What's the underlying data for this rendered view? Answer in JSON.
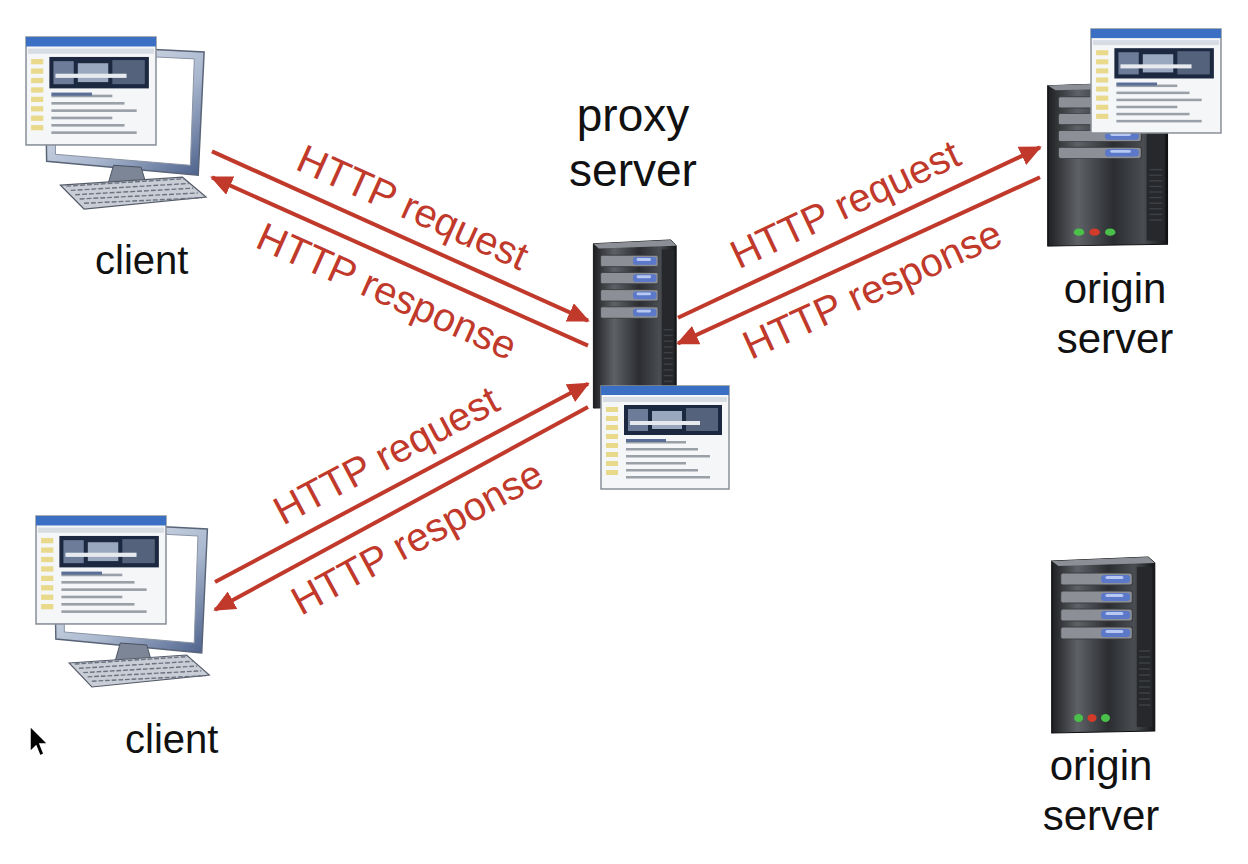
{
  "diagram": {
    "nodes": [
      {
        "text": [
          "client"
        ]
      },
      {
        "text": [
          "proxy server"
        ]
      },
      {
        "text": [
          "origin server"
        ]
      },
      {
        "text": [
          "client"
        ]
      },
      {
        "text": [
          "origin server"
        ]
      }
    ],
    "edges": [
      {
        "from": 0,
        "to": 1,
        "label": "HTTP request",
        "arrow": "to"
      },
      {
        "from": 1,
        "to": 0,
        "label": "HTTP response",
        "arrow": "to"
      },
      {
        "from": 1,
        "to": 2,
        "label": "HTTP request",
        "arrow": "to"
      },
      {
        "from": 2,
        "to": 1,
        "label": "HTTP response",
        "arrow": "to"
      },
      {
        "from": 3,
        "to": 1,
        "label": "HTTP request",
        "arrow": "to"
      },
      {
        "from": 1,
        "to": 3,
        "label": "HTTP response",
        "arrow": "to"
      }
    ]
  }
}
